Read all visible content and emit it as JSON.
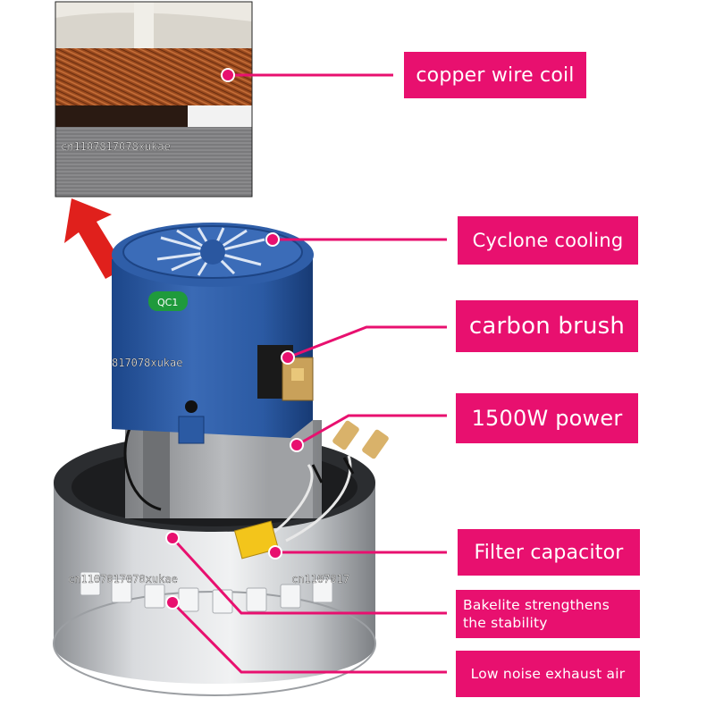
{
  "labels": {
    "copper_wire_coil": "copper wire coil",
    "cyclone_cooling": "Cyclone cooling",
    "carbon_brush": "carbon brush",
    "power": "1500W power",
    "filter_capacitor": "Filter capacitor",
    "bakelite_line1": "Bakelite strengthens",
    "bakelite_line2": "the stability",
    "low_noise": "Low noise exhaust air"
  },
  "motor": {
    "badge": "QC1"
  },
  "watermarks": {
    "inset": "cn1107817078xukae",
    "motor_body": "817078xukae",
    "base_left": "cn1107817078xukae",
    "base_right": "cn1107817"
  },
  "colors": {
    "label_bg": "#e8106f",
    "leader_line": "#e8106f",
    "motor_blue": "#2a5aa6",
    "arrow_red": "#e0201c",
    "badge_green": "#1f9a3c"
  }
}
